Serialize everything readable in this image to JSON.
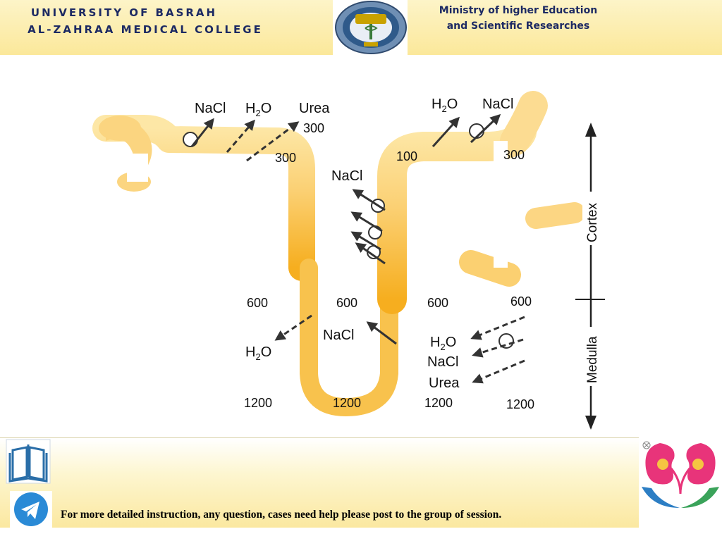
{
  "header": {
    "university_line1": "UNIVERSITY OF BASRAH",
    "university_line2": "AL-ZAHRAA MEDICAL COLLEGE",
    "ministry_line1": "Ministry of higher Education",
    "ministry_line2": "and Scientific Researches",
    "logo_icon": "college-seal-icon"
  },
  "diagram": {
    "proximal": {
      "nacl": "NaCl",
      "h2o": "H",
      "h2o_sub": "2",
      "h2o_o": "O",
      "urea": "Urea",
      "val_300a": "300",
      "val_300b": "300"
    },
    "distal": {
      "h2o": "H",
      "h2o_sub": "2",
      "h2o_o": "O",
      "nacl": "NaCl",
      "val_100": "100",
      "val_300": "300"
    },
    "ascending_thick": {
      "nacl": "NaCl"
    },
    "medulla_values": {
      "v600_1": "600",
      "v600_2": "600",
      "v600_3": "600",
      "v600_4": "600",
      "v1200_1": "1200",
      "v1200_2": "1200",
      "v1200_3": "1200",
      "v1200_4": "1200"
    },
    "descending": {
      "h2o": "H",
      "h2o_sub": "2",
      "h2o_o": "O"
    },
    "thin_ascending": {
      "nacl": "NaCl"
    },
    "collecting_duct": {
      "h2o": "H",
      "h2o_sub": "2",
      "h2o_o": "O",
      "nacl": "NaCl",
      "urea": "Urea"
    },
    "scale": {
      "cortex": "Cortex",
      "medulla": "Medulla"
    }
  },
  "footer": {
    "note": "For more detailed instruction, any question, cases need help please post to the group of session.",
    "book_icon": "book-icon",
    "telegram_icon": "telegram-icon",
    "kidney_logo": "kidney-hands-logo"
  }
}
